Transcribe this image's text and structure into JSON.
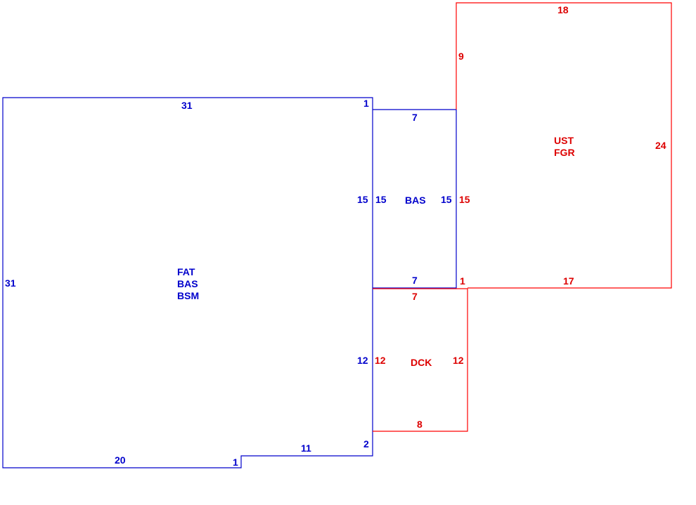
{
  "colors": {
    "main_structure": "#0000cc",
    "secondary_structure": "#dd0000",
    "main_outline": "#0000cc",
    "secondary_outline": "#ff0000"
  },
  "areas": {
    "main": {
      "codes": [
        "FAT",
        "BAS",
        "BSM"
      ]
    },
    "addition": {
      "code": "BAS"
    },
    "garage": {
      "codes": [
        "UST",
        "FGR"
      ]
    },
    "deck": {
      "code": "DCK"
    }
  },
  "dimensions": {
    "main_top": "31",
    "main_step_top": "1",
    "main_left": "31",
    "main_right": "15",
    "main_lower_right": "12",
    "main_notch": "2",
    "main_bottom_right": "11",
    "main_bottom_step": "1",
    "main_bottom": "20",
    "addition_top": "7",
    "addition_left": "15",
    "addition_right": "15",
    "addition_bottom": "7",
    "garage_top": "18",
    "garage_left": "9",
    "garage_shared": "15",
    "garage_right": "24",
    "garage_step": "1",
    "garage_bottom": "17",
    "deck_top": "7",
    "deck_left": "12",
    "deck_right": "12",
    "deck_bottom": "8"
  }
}
